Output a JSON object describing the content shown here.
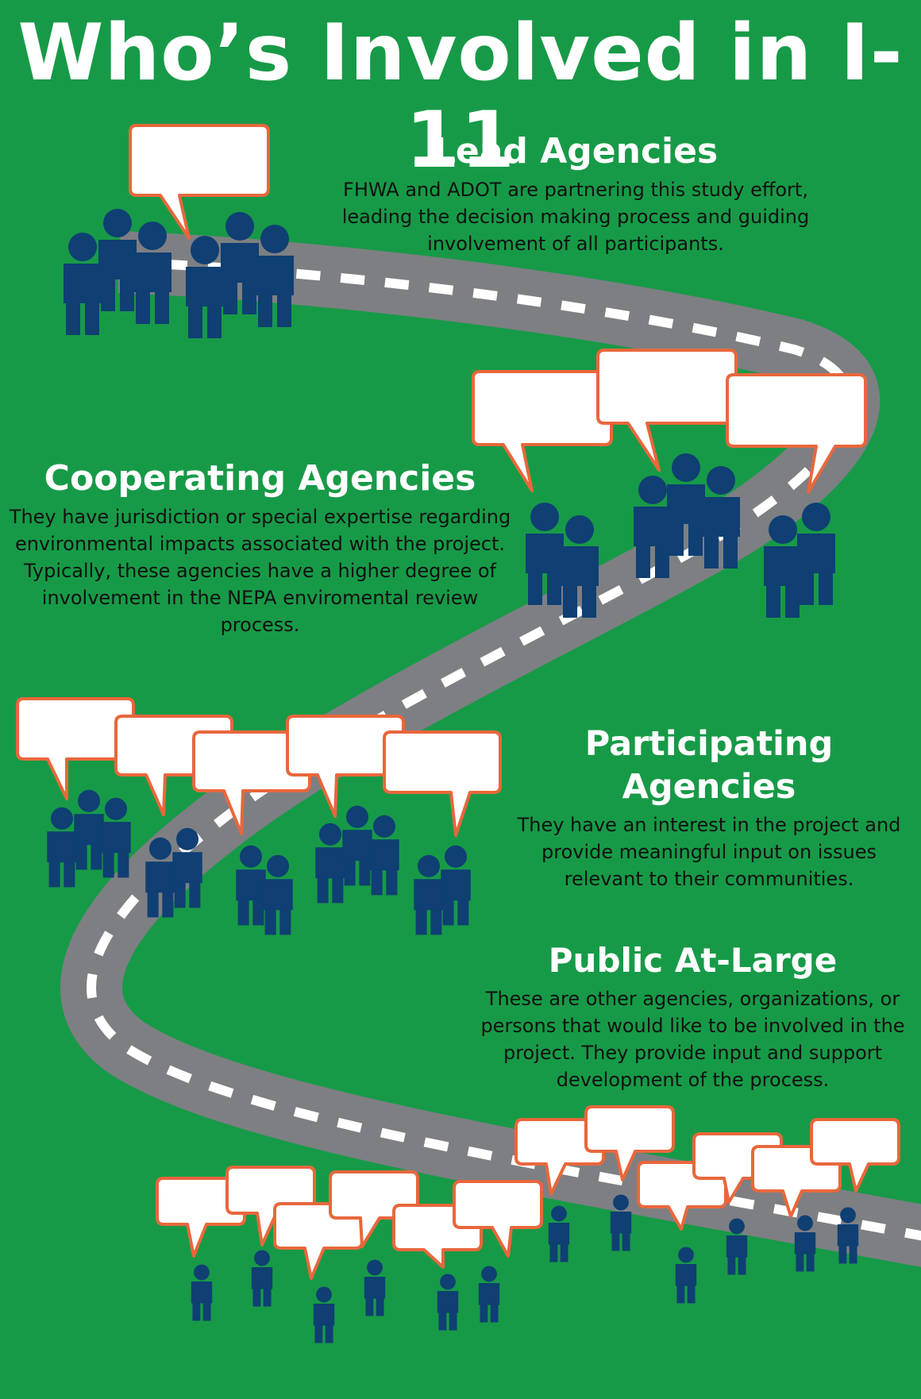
{
  "title": "Who’s Involved in I-11",
  "sections": {
    "lead": {
      "heading": "Lead Agencies",
      "body": "FHWA and ADOT are partnering this study effort, leading the decision making process and guiding involvement of all participants."
    },
    "cooperating": {
      "heading": "Cooperating Agencies",
      "body": "They have jurisdiction or special expertise regarding environmental impacts associated with the project. Typically, these agencies have a higher degree of involvement in the NEPA enviromental review process."
    },
    "participating": {
      "heading": "Participating Agencies",
      "body": "They have an interest in the project and provide meaningful input on issues relevant to their communities."
    },
    "public": {
      "heading": "Public At-Large",
      "body": "These are other agencies, organizations, or persons that would like to be involved in the project. They provide input and support development of the process."
    }
  },
  "colors": {
    "background": "#179a47",
    "road": "#7d7f83",
    "road_dash": "#ffffff",
    "person": "#0f3f73",
    "bubble_fill": "#ffffff",
    "bubble_border": "#e8673c"
  },
  "icons": [
    "person-icon",
    "speech-bubble-icon",
    "road-illustration"
  ]
}
